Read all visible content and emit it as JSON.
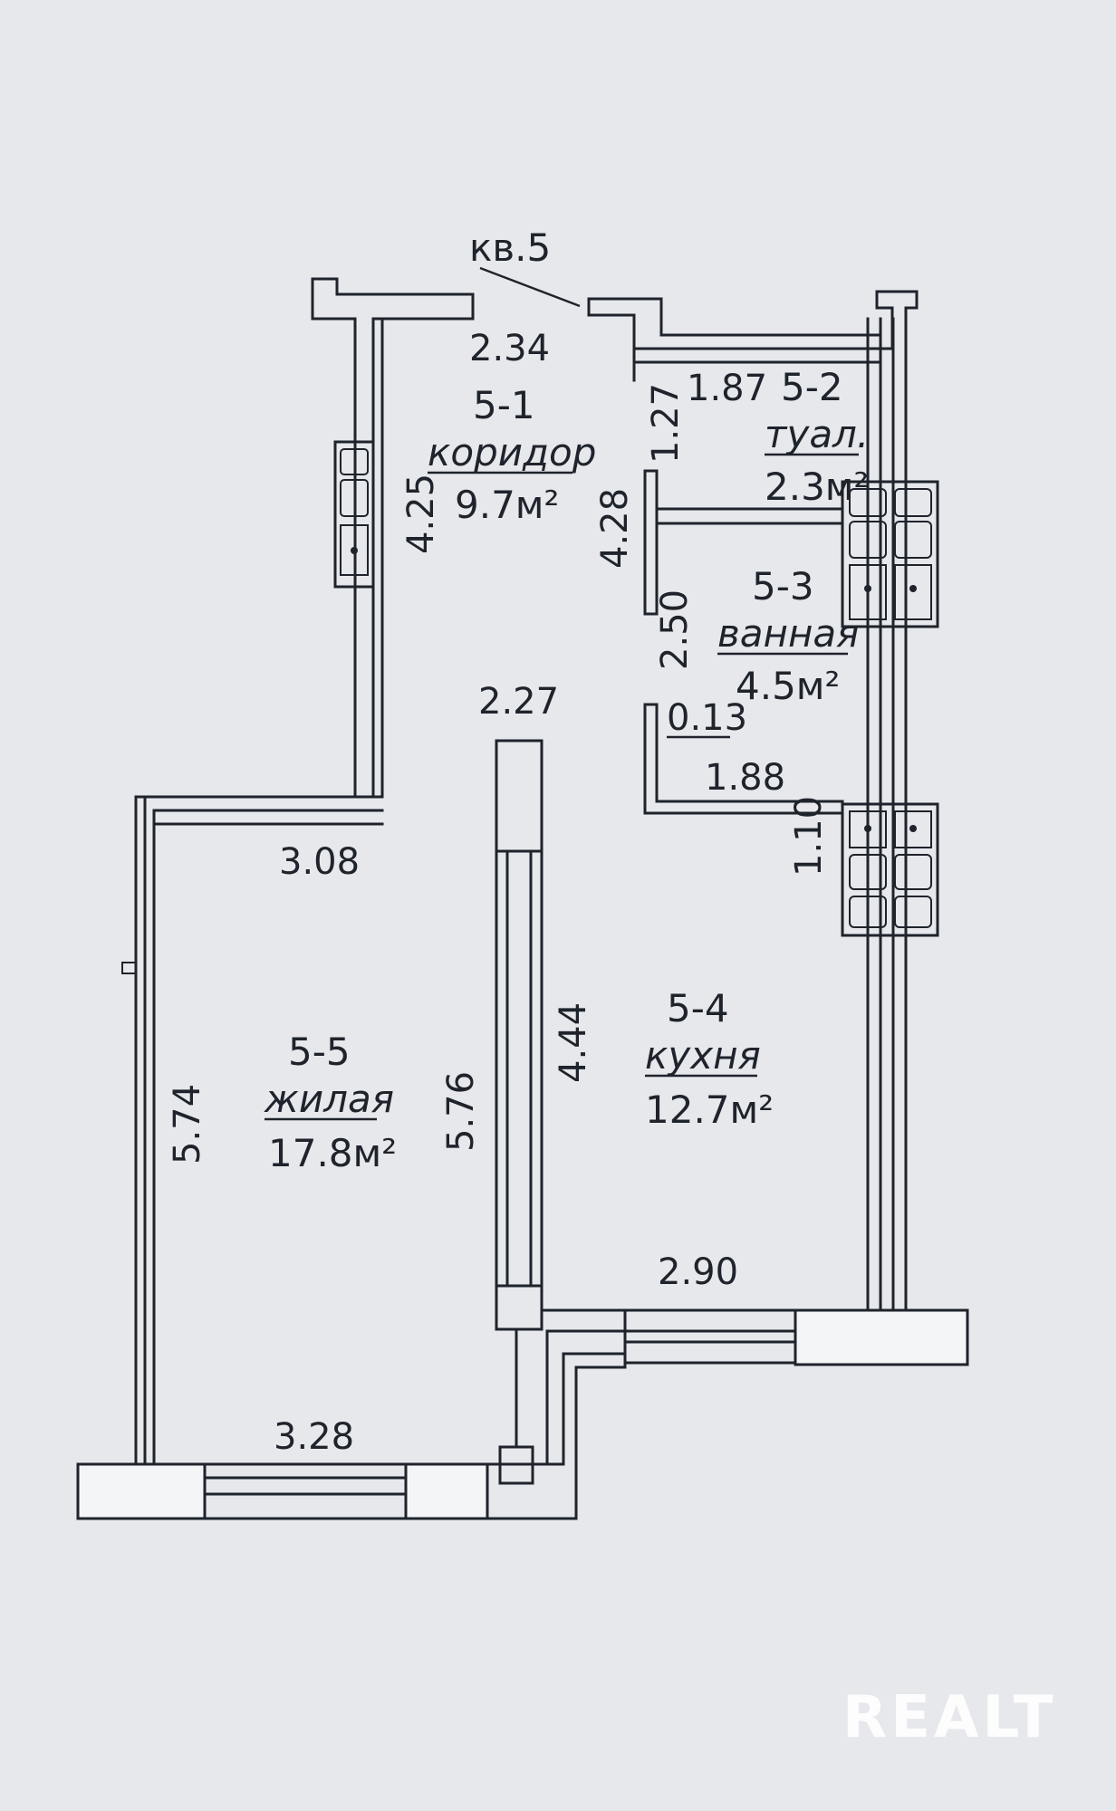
{
  "apartment_label": "кв.5",
  "rooms": [
    {
      "id": "5-1",
      "name": "коридор",
      "area": "9.7м²"
    },
    {
      "id": "5-2",
      "name": "туал.",
      "area": "2.3м²"
    },
    {
      "id": "5-3",
      "name": "ванная",
      "area": "4.5м²"
    },
    {
      "id": "5-4",
      "name": "кухня",
      "area": "12.7м²"
    },
    {
      "id": "5-5",
      "name": "жилая",
      "area": "17.8м²"
    }
  ],
  "dimensions": {
    "corridor_width": "2.34",
    "corridor_length": "4.25",
    "toilet_width": "1.87",
    "toilet_depth": "1.27",
    "bath_block_height": "4.28",
    "bath_depth": "2.50",
    "bath_small": "0.13",
    "bath_width": "1.88",
    "partition_top": "2.27",
    "living_top": "3.08",
    "kitchen_riser": "1.10",
    "kitchen_length": "4.44",
    "living_length_inner": "5.76",
    "living_length_outer": "5.74",
    "kitchen_bottom": "2.90",
    "living_bottom": "3.28"
  },
  "watermark": "REALT",
  "colors": {
    "paper": "#e6e8ec",
    "ink": "#1f232b"
  }
}
